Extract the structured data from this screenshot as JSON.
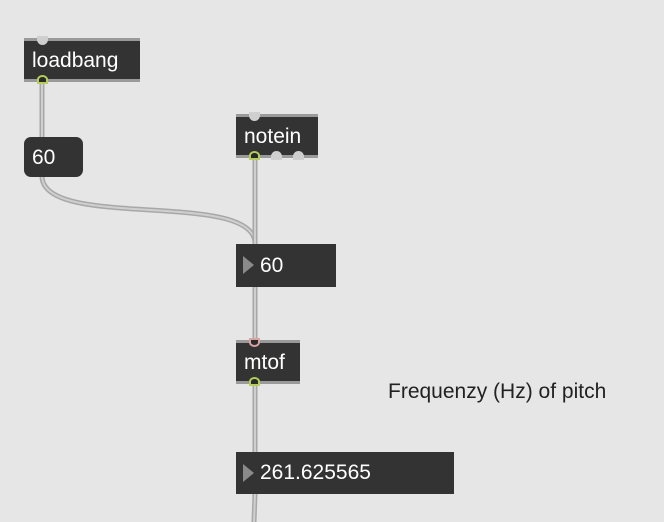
{
  "patcher": {
    "objects": {
      "loadbang": {
        "label": "loadbang"
      },
      "message": {
        "label": "60"
      },
      "notein": {
        "label": "notein"
      },
      "number": {
        "label": "60"
      },
      "mtof": {
        "label": "mtof"
      },
      "flonum": {
        "label": "261.625565"
      }
    },
    "comment": {
      "text": "Frequenzy (Hz) of pitch"
    }
  },
  "colors": {
    "background": "#e6e6e6",
    "object_fill": "#333333",
    "object_text": "#ffffff",
    "cord": "#a8a8a8",
    "active_outlet": "#b5cf5a",
    "hot_inlet": "#d9a3a3"
  }
}
